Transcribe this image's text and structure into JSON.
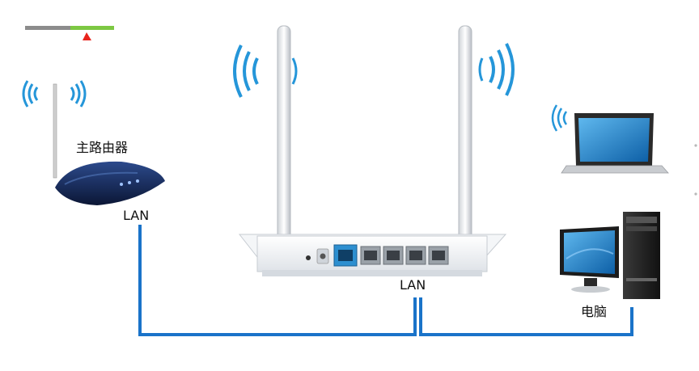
{
  "labels": {
    "main_router": "主路由器",
    "main_router_port": "LAN",
    "center_router_port": "LAN",
    "computer": "电脑"
  },
  "colors": {
    "cable": "#1a73c9",
    "wifi": "#2596d9",
    "indicator_gray": "#8c8c8c",
    "indicator_green": "#7dc843",
    "indicator_red": "#e8231c",
    "router_body": "#eef1f4",
    "router_dark": "#0d1d44",
    "screen_blue": "#1d7fc4"
  },
  "icons": [
    "wifi-waves-icon",
    "router-icon",
    "laptop-icon",
    "desktop-computer-icon",
    "ethernet-port-icon"
  ]
}
